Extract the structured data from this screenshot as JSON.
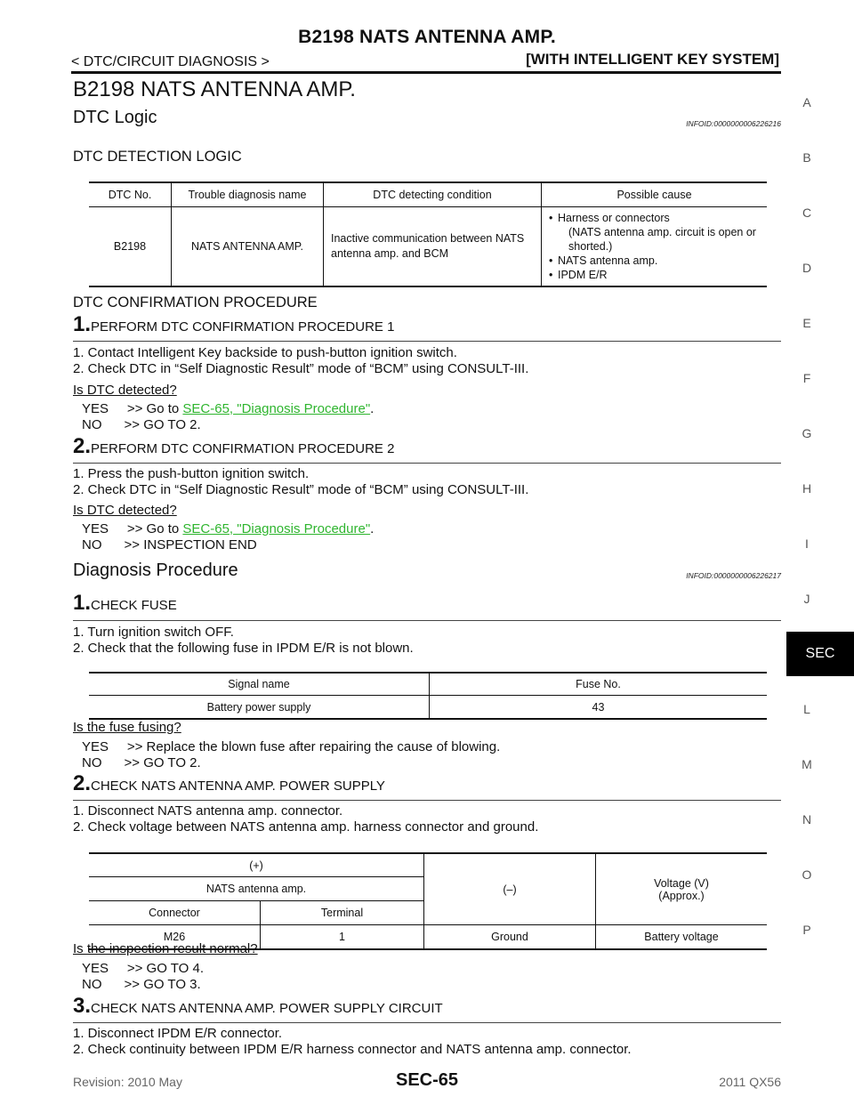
{
  "header": {
    "title": "B2198 NATS ANTENNA AMP.",
    "left": "< DTC/CIRCUIT DIAGNOSIS >",
    "right": "[WITH INTELLIGENT KEY SYSTEM]"
  },
  "section_title": "B2198 NATS ANTENNA AMP.",
  "dtc_logic": {
    "heading": "DTC Logic",
    "infoid": "INFOID:0000000006226216",
    "detection_heading": "DTC DETECTION LOGIC",
    "table": {
      "headers": [
        "DTC No.",
        "Trouble diagnosis name",
        "DTC detecting condition",
        "Possible cause"
      ],
      "dtc": "B2198",
      "name": "NATS ANTENNA AMP.",
      "condition": "Inactive communication between NATS antenna amp. and BCM",
      "causes": {
        "c1": "Harness or connectors",
        "c1_sub": "(NATS antenna amp. circuit is open or shorted.)",
        "c2": "NATS antenna amp.",
        "c3": "IPDM E/R"
      }
    },
    "confirmation_heading": "DTC CONFIRMATION PROCEDURE",
    "step1": {
      "num": "1.",
      "title": "PERFORM DTC CONFIRMATION PROCEDURE 1",
      "l1": "1. Contact Intelligent Key backside to push-button ignition switch.",
      "l2": "2. Check DTC in “Self Diagnostic Result” mode of “BCM” using CONSULT-III.",
      "question": "Is DTC detected?",
      "yes_prefix": "YES     >> Go to ",
      "yes_link": "SEC-65, \"Diagnosis Procedure\"",
      "yes_suffix": ".",
      "no": "NO      >> GO TO 2."
    },
    "step2": {
      "num": "2.",
      "title": "PERFORM DTC CONFIRMATION PROCEDURE 2",
      "l1": "1. Press the push-button ignition switch.",
      "l2": "2. Check DTC in “Self Diagnostic Result” mode of “BCM” using CONSULT-III.",
      "question": "Is DTC detected?",
      "yes_prefix": "YES     >> Go to ",
      "yes_link": "SEC-65, \"Diagnosis Procedure\"",
      "yes_suffix": ".",
      "no": "NO      >> INSPECTION END"
    }
  },
  "diagnosis": {
    "heading": "Diagnosis Procedure",
    "infoid": "INFOID:0000000006226217",
    "step1": {
      "num": "1.",
      "title": "CHECK FUSE",
      "l1": "1. Turn ignition switch OFF.",
      "l2": "2. Check that the following fuse in IPDM E/R is not blown.",
      "table": {
        "h1": "Signal name",
        "h2": "Fuse No.",
        "c1": "Battery power supply",
        "c2": "43"
      },
      "question": "Is the fuse fusing?",
      "yes": "YES     >> Replace the blown fuse after repairing the cause of blowing.",
      "no": "NO      >> GO TO 2."
    },
    "step2": {
      "num": "2.",
      "title": "CHECK NATS ANTENNA AMP. POWER SUPPLY",
      "l1": "1. Disconnect NATS antenna amp. connector.",
      "l2": "2. Check voltage between NATS antenna amp. harness connector and ground.",
      "table": {
        "plus": "(+)",
        "minus": "(–)",
        "voltage": "Voltage (V)",
        "approx": "(Approx.)",
        "unit": "NATS antenna amp.",
        "connector": "Connector",
        "terminal": "Terminal",
        "r_connector": "M26",
        "r_terminal": "1",
        "r_minus": "Ground",
        "r_voltage": "Battery voltage"
      },
      "question": "Is the inspection result normal?",
      "yes": "YES     >> GO TO 4.",
      "no": "NO      >> GO TO 3."
    },
    "step3": {
      "num": "3.",
      "title": "CHECK NATS ANTENNA AMP. POWER SUPPLY CIRCUIT",
      "l1": "1. Disconnect IPDM E/R connector.",
      "l2": "2. Check continuity between IPDM E/R harness connector and NATS antenna amp. connector."
    }
  },
  "side_index": [
    "A",
    "B",
    "C",
    "D",
    "E",
    "F",
    "G",
    "H",
    "I",
    "J",
    "SEC",
    "L",
    "M",
    "N",
    "O",
    "P"
  ],
  "footer": {
    "revision": "Revision: 2010 May",
    "page": "SEC-65",
    "model": "2011 QX56"
  }
}
